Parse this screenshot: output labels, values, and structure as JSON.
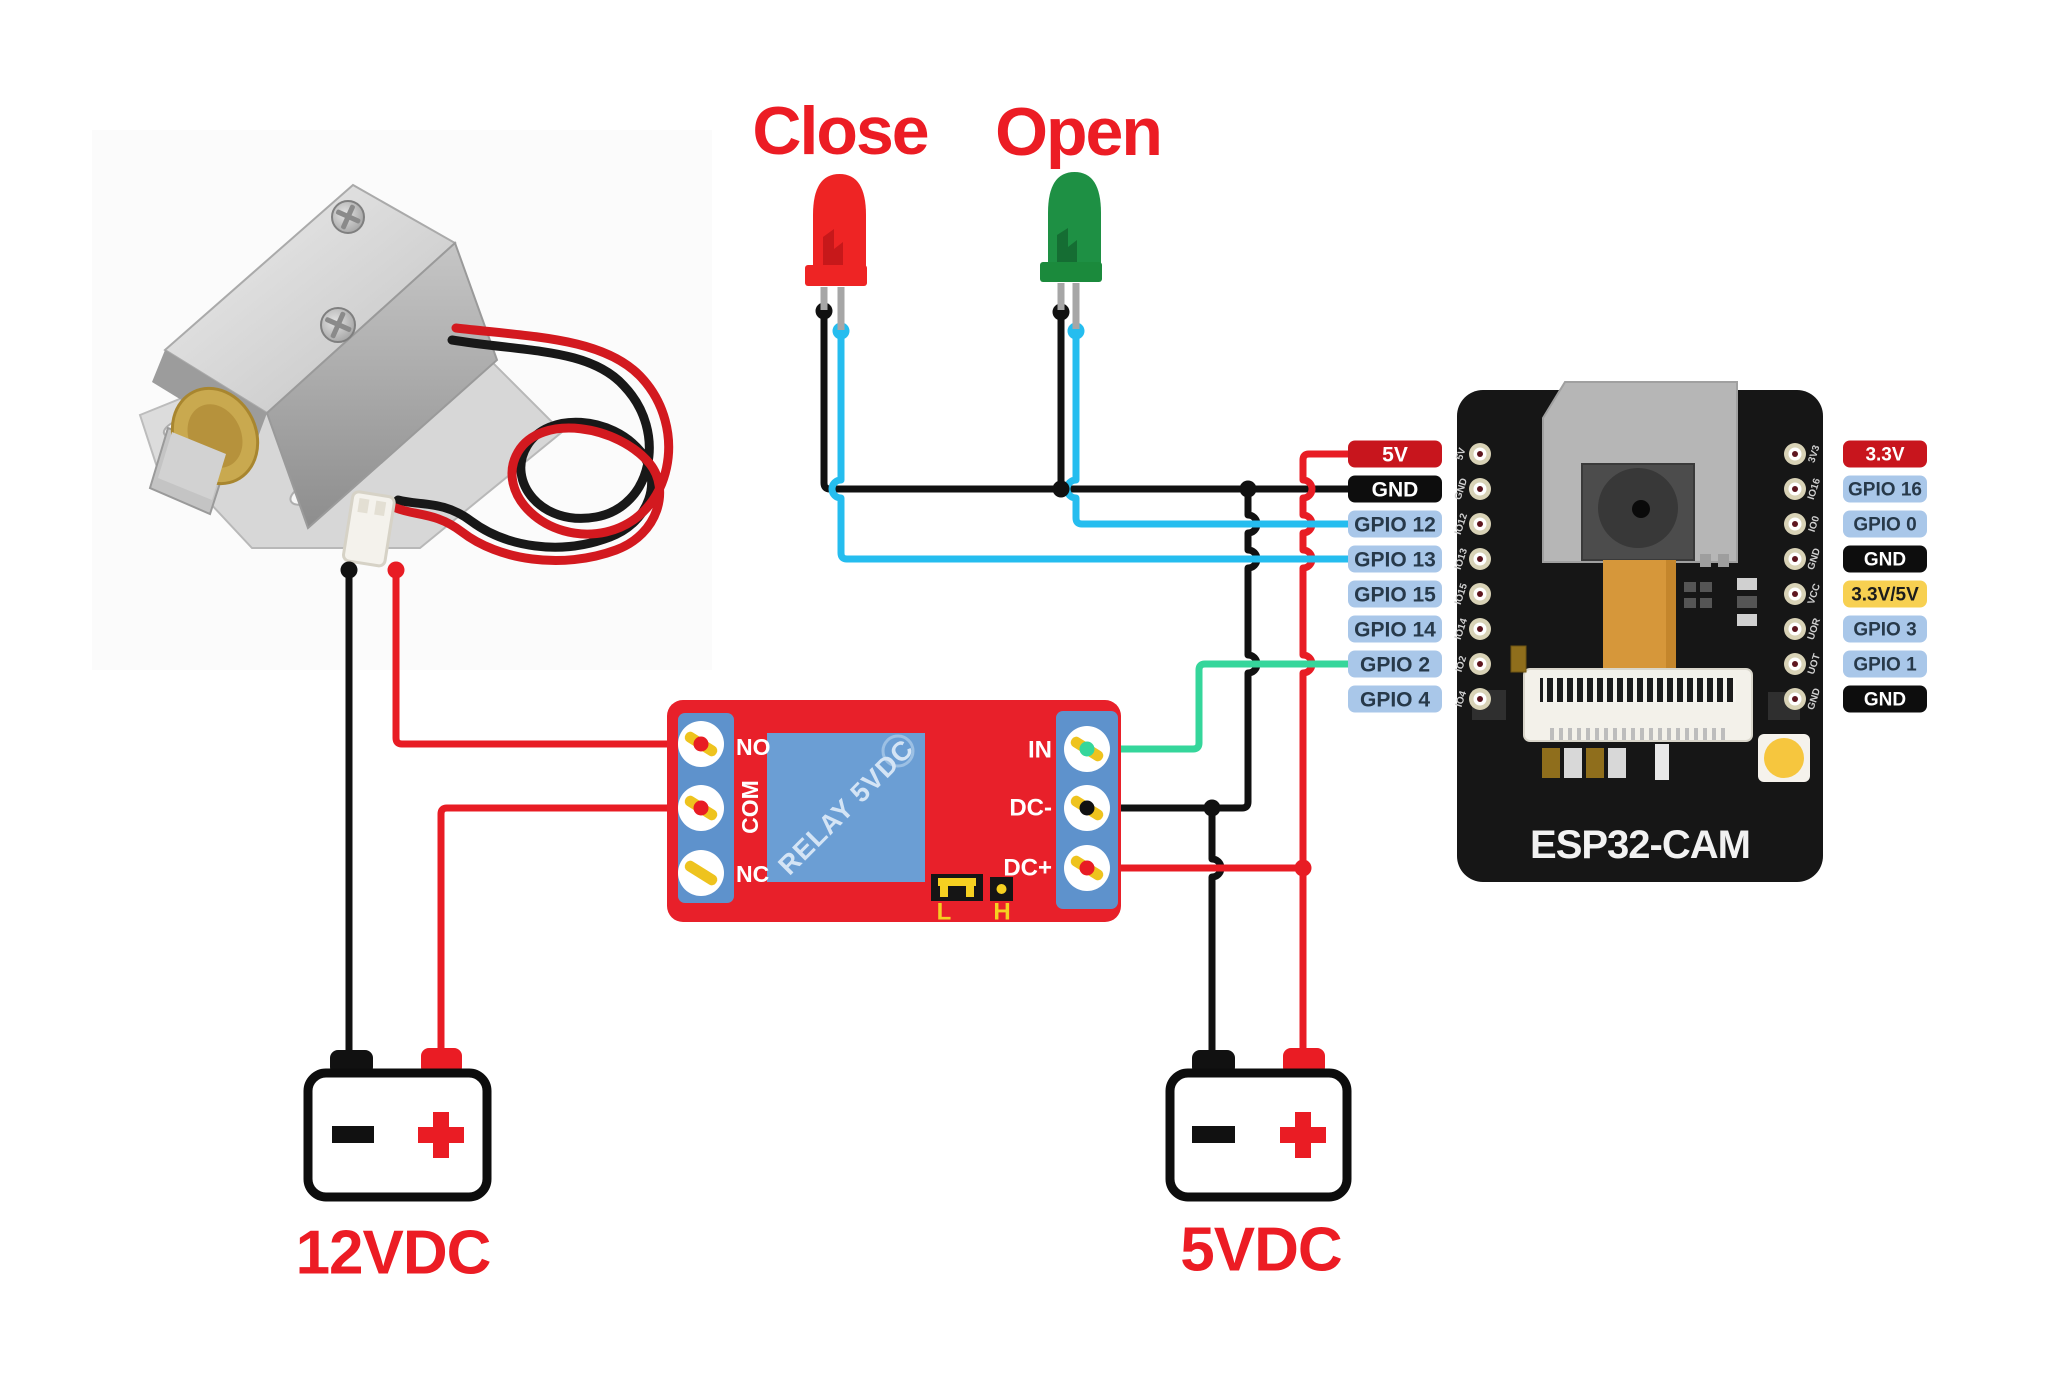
{
  "leds": {
    "close": {
      "label": "Close",
      "body_color": "#ee2424"
    },
    "open": {
      "label": "Open",
      "body_color": "#1e9044"
    }
  },
  "relay": {
    "body": "RELAY 5VDC",
    "no": "NO",
    "com": "COM",
    "nc": "NC",
    "in": "IN",
    "dc_minus": "DC-",
    "dc_plus": "DC+",
    "jumper_l": "L",
    "jumper_h": "H"
  },
  "esp32": {
    "title": "ESP32-CAM",
    "left_pins": [
      {
        "label": "5V",
        "type": "power"
      },
      {
        "label": "GND",
        "type": "ground"
      },
      {
        "label": "GPIO 12",
        "type": "gpio"
      },
      {
        "label": "GPIO 13",
        "type": "gpio"
      },
      {
        "label": "GPIO 15",
        "type": "gpio"
      },
      {
        "label": "GPIO 14",
        "type": "gpio"
      },
      {
        "label": "GPIO 2",
        "type": "gpio"
      },
      {
        "label": "GPIO 4",
        "type": "gpio"
      }
    ],
    "right_pins": [
      {
        "label": "3.3V",
        "type": "power"
      },
      {
        "label": "GPIO 16",
        "type": "gpio"
      },
      {
        "label": "GPIO 0",
        "type": "gpio"
      },
      {
        "label": "GND",
        "type": "ground"
      },
      {
        "label": "3.3V/5V",
        "type": "mixed"
      },
      {
        "label": "GPIO 3",
        "type": "gpio"
      },
      {
        "label": "GPIO 1",
        "type": "gpio"
      },
      {
        "label": "GND",
        "type": "ground"
      }
    ],
    "silk_left": [
      "5V",
      "GND",
      "IO12",
      "IO13",
      "IO15",
      "IO14",
      "IO2",
      "IO4"
    ],
    "silk_right": [
      "3V3",
      "IO16",
      "IO0",
      "GND",
      "VCC",
      "UOR",
      "UOT",
      "GND"
    ]
  },
  "power": {
    "left": {
      "label": "12VDC",
      "minus": "-",
      "plus": "+"
    },
    "right": {
      "label": "5VDC",
      "minus": "-",
      "plus": "+"
    }
  },
  "colors": {
    "wire_black": "#111111",
    "wire_red": "#e81c24",
    "wire_cyan": "#25bdef",
    "wire_green": "#35d69b",
    "pill_power": "#c8151d",
    "pill_ground": "#0d0d0d",
    "pill_gpio": "#a9c7e9",
    "pill_mixed": "#f7d051",
    "relay_board": "#e8202a",
    "relay_terminal_block": "#5e92cc"
  },
  "nets": [
    "Close LED cathode -> GND rail",
    "Open LED cathode -> GND rail",
    "Close LED anode -> GPIO 13",
    "Open LED anode -> GPIO 12",
    "Relay IN -> GPIO 2",
    "Relay DC- -> ESP32 GND and 5VDC battery (-)",
    "Relay DC+ -> ESP32 5V and 5VDC battery (+)",
    "Lock black wire -> 12VDC battery (-)",
    "Lock red wire -> Relay NO",
    "12VDC battery (+) -> Relay COM"
  ]
}
